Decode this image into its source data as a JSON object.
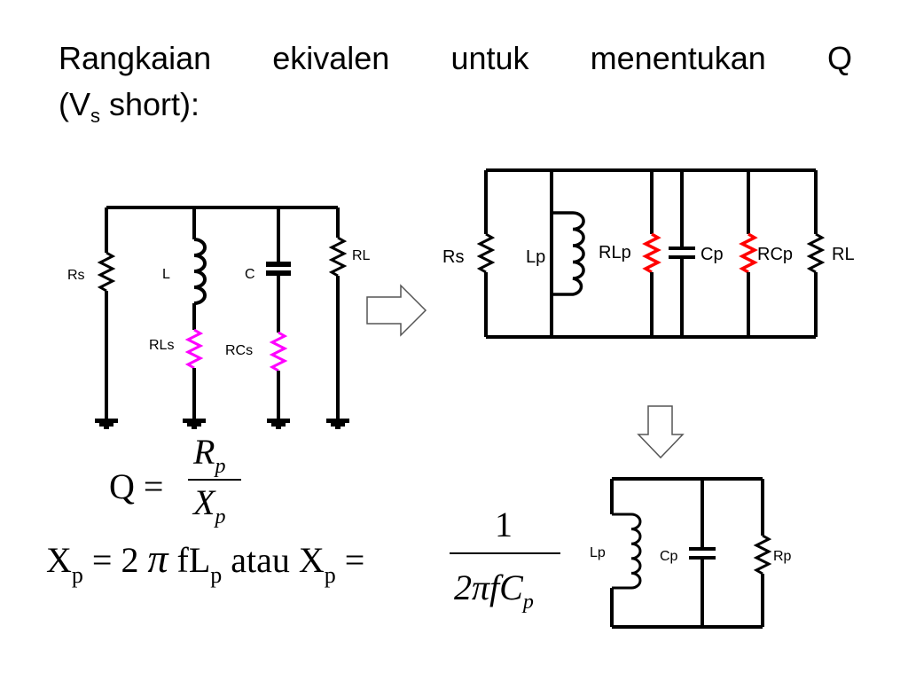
{
  "title": {
    "words": [
      "Rangkaian",
      "ekivalen",
      "untuk",
      "menentukan",
      "Q"
    ],
    "line2_open": "(V",
    "line2_sub": "s",
    "line2_rest": " short):"
  },
  "circuit_original": {
    "labels": {
      "rs": "Rs",
      "l": "L",
      "c": "C",
      "rl": "RL",
      "rls": "RLs",
      "rcs": "RCs"
    }
  },
  "circuit_parallel": {
    "labels": {
      "rs": "Rs",
      "lp": "Lp",
      "rlp": "RLp",
      "cp": "Cp",
      "rcp": "RCp",
      "rl": "RL"
    }
  },
  "circuit_reduced": {
    "labels": {
      "lp": "Lp",
      "cp": "Cp",
      "rp": "Rp"
    }
  },
  "equations": {
    "q_lhs": "Q =",
    "q_num": "R",
    "q_num_sub": "p",
    "q_den": "X",
    "q_den_sub": "p",
    "xp_lhs": "X",
    "xp_lhs_sub": "p",
    "xp_eq1": " = 2 ",
    "pi": "π",
    "xp_fl": " fL",
    "xp_fl_sub": "p",
    "atau": "atau X",
    "atau_sub": "p",
    "eq2": " =",
    "frac_num": "1",
    "frac_den": "2πfC",
    "frac_den_sub": "p"
  },
  "colors": {
    "wire": "#000000",
    "resistor_magenta": "#ff00ff",
    "resistor_red": "#ff0000"
  }
}
